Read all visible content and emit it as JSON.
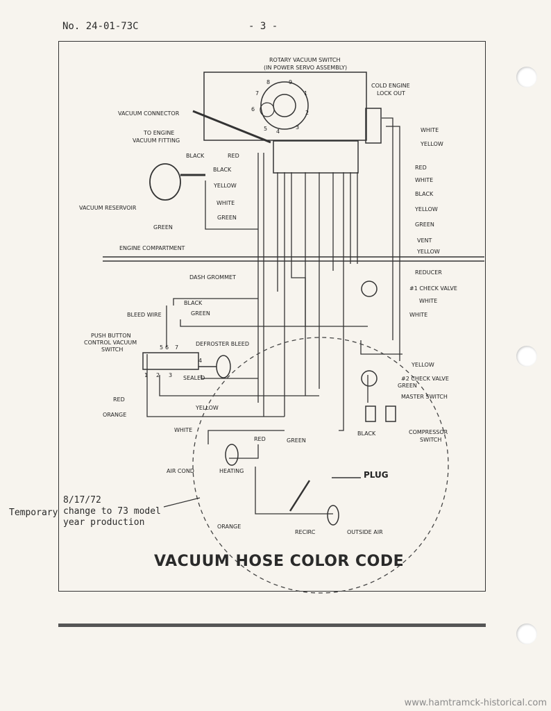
{
  "header": {
    "doc_number": "No. 24-01-73C",
    "page": "- 3 -"
  },
  "diagram": {
    "title": "VACUUM HOSE COLOR CODE",
    "labels": {
      "rotary_switch": "ROTARY VACUUM SWITCH",
      "rotary_switch_sub": "(IN POWER SERVO ASSEMBLY)",
      "cold_engine": "COLD ENGINE",
      "lock_out": "LOCK OUT",
      "vacuum_connector": "VACUUM CONNECTOR",
      "to_engine": "TO ENGINE",
      "vacuum_fitting": "VACUUM FITTING",
      "vacuum_reservoir": "VACUUM RESERVOIR",
      "engine_compartment": "ENGINE COMPARTMENT",
      "dash_grommet": "DASH GROMMET",
      "bleed_wire": "BLEED WIRE",
      "push_button": "PUSH BUTTON",
      "control_vacuum": "CONTROL VACUUM",
      "switch": "SWITCH",
      "defroster_bleed": "DEFROSTER BLEED",
      "sealed": "SEALED",
      "reducer": "REDUCER",
      "check_valve_1": "#1 CHECK VALVE",
      "check_valve_2": "#2 CHECK VALVE",
      "master_switch": "MASTER SWITCH",
      "compressor": "COMPRESSOR",
      "compressor_switch": "SWITCH",
      "plug": "PLUG",
      "air_cond": "AIR COND",
      "heating": "HEATING",
      "recirc": "RECIRC",
      "outside_air": "OUTSIDE AIR"
    },
    "colors_right": [
      "WHITE",
      "YELLOW",
      "RED",
      "WHITE",
      "BLACK",
      "YELLOW",
      "GREEN",
      "VENT",
      "YELLOW",
      "WHITE",
      "WHITE",
      "YELLOW",
      "GREEN"
    ],
    "colors_left": [
      "BLACK",
      "RED",
      "BLACK",
      "YELLOW",
      "WHITE",
      "GREEN",
      "GREEN"
    ],
    "colors_bottom": [
      "BLACK",
      "GREEN",
      "RED",
      "ORANGE",
      "YELLOW",
      "WHITE",
      "RED",
      "GREEN",
      "BLACK",
      "ORANGE"
    ],
    "switch_numbers": [
      "5",
      "6",
      "7",
      "1",
      "2",
      "3",
      "4"
    ],
    "rotary_numbers": [
      "8",
      "9",
      "7",
      "1",
      "6",
      "2",
      "5",
      "4",
      "3"
    ]
  },
  "note": {
    "prefix": "Temporary",
    "date": "8/17/72",
    "line1": "change to 73 model",
    "line2": "year production"
  },
  "watermark": "www.hamtramck-historical.com"
}
